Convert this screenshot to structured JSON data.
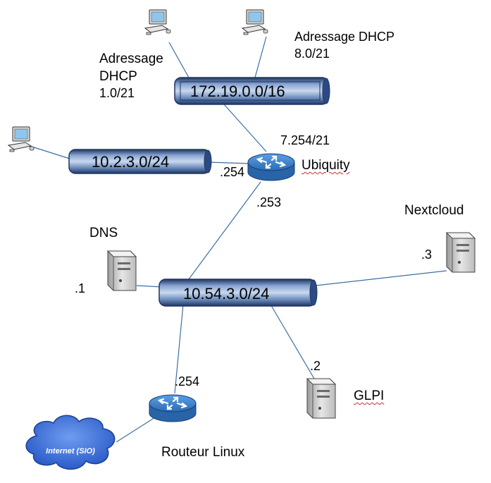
{
  "networks": {
    "lan_172": "172.19.0.0/16",
    "lan_10_2": "10.2.3.0/24",
    "lan_10_54": "10.54.3.0/24"
  },
  "labels": {
    "dhcp_left_line1": "Adressage",
    "dhcp_left_line2": "DHCP",
    "dhcp_left_line3": "1.0/21",
    "dhcp_right_line1": "Adressage DHCP",
    "dhcp_right_line2": "8.0/21",
    "ubiquity": "Ubiquity",
    "ubiquity_ip_top": "7.254/21",
    "ubiquity_ip_left": ".254",
    "ubiquity_ip_bottom": ".253",
    "dns": "DNS",
    "dns_ip": ".1",
    "nextcloud": "Nextcloud",
    "nextcloud_ip": ".3",
    "glpi": "GLPI",
    "glpi_ip": ".2",
    "linux_router": "Routeur Linux",
    "linux_router_ip": ".254",
    "internet": "Internet (SIO)"
  },
  "colors": {
    "bus_fill": "#6f8fbf",
    "bus_dark": "#1f3563",
    "router_fill": "#3b7fc4",
    "cloud_fill": "#3a6fd8",
    "line": "#3f6ea3"
  }
}
